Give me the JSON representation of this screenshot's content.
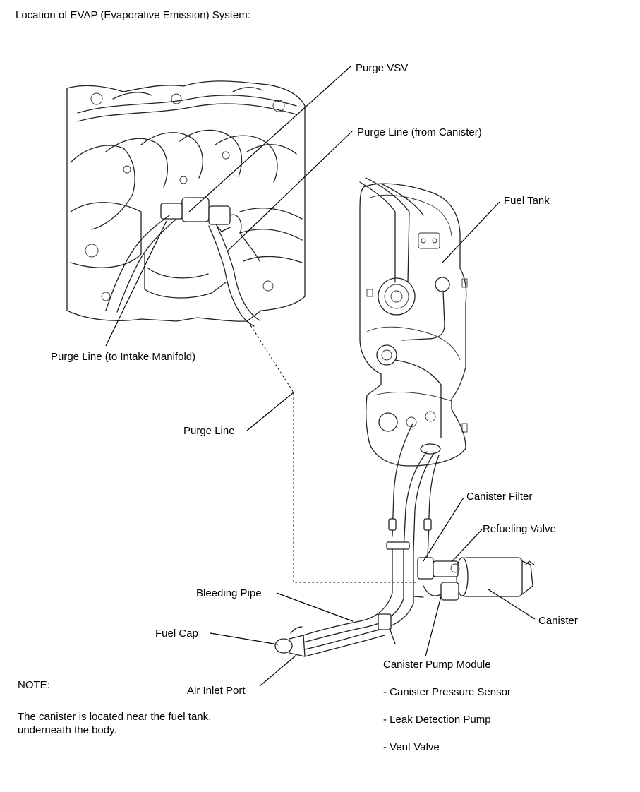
{
  "title": "Location of EVAP (Evaporative Emission) System:",
  "labels": {
    "purge_vsv": "Purge VSV",
    "purge_line_from_canister": "Purge Line (from Canister)",
    "fuel_tank": "Fuel Tank",
    "purge_line_to_intake": "Purge Line (to Intake Manifold)",
    "purge_line": "Purge Line",
    "canister_filter": "Canister Filter",
    "refueling_valve": "Refueling Valve",
    "bleeding_pipe": "Bleeding Pipe",
    "canister": "Canister",
    "fuel_cap": "Fuel Cap",
    "canister_pump_module": "Canister Pump Module",
    "air_inlet_port": "Air Inlet Port"
  },
  "pump_module_parts": [
    "- Canister Pressure Sensor",
    "- Leak Detection Pump",
    "- Vent Valve"
  ],
  "note": {
    "heading": "NOTE:",
    "line1": "The canister is located near the fuel tank,",
    "line2": "underneath the body."
  }
}
